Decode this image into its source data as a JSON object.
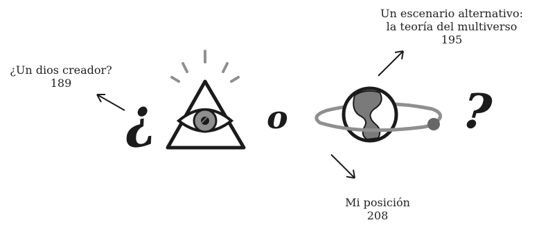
{
  "labels": {
    "creator": {
      "question": "¿Un dios creador?",
      "page": "189"
    },
    "multiverse": {
      "line1": "Un escenario alternativo:",
      "line2": "la teoría del multiverso",
      "page": "195"
    },
    "position": {
      "title": "Mi posición",
      "page": "208"
    }
  },
  "glyphs": {
    "open_question": "¿",
    "conjunction": "o",
    "close_question": "?"
  },
  "icons": {
    "eye": "eye-of-providence-icon",
    "earth": "earth-globe-icon",
    "orbit": "orbit-ring-icon"
  },
  "colors": {
    "ink": "#1b1b1b",
    "gray": "#8f8f8f",
    "dark_gray": "#666666"
  }
}
